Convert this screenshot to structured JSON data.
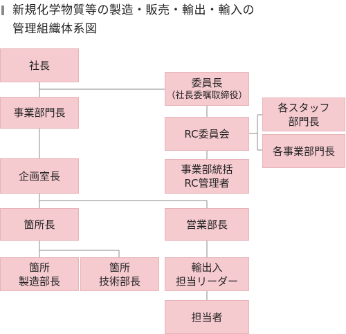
{
  "title": {
    "line1": "新規化学物質等の製造・販売・輸出・輸入の",
    "line2": "管理組織体系図"
  },
  "colors": {
    "box_fill": "#f6cbd0",
    "box_border": "#e7b3b9",
    "line": "#888888"
  },
  "nodes": {
    "president": "社長",
    "division_head": "事業部門長",
    "planning_head": "企画室長",
    "site_head": "箇所長",
    "site_mfg": {
      "line1": "箇所",
      "line2": "製造部長"
    },
    "site_tech": {
      "line1": "箇所",
      "line2": "技術部長"
    },
    "committee_chair": {
      "line1": "委員長",
      "line2": "（社長委嘱取締役）"
    },
    "rc_committee": "RC委員会",
    "staff_heads": {
      "line1": "各スタッフ",
      "line2": "部門長"
    },
    "division_heads": "各事業部門長",
    "rc_manager": {
      "line1": "事業部統括",
      "line2": "RC管理者"
    },
    "sales_head": "営業部長",
    "import_export": {
      "line1": "輸出入",
      "line2": "担当リーダー"
    },
    "person_in_charge": "担当者"
  }
}
